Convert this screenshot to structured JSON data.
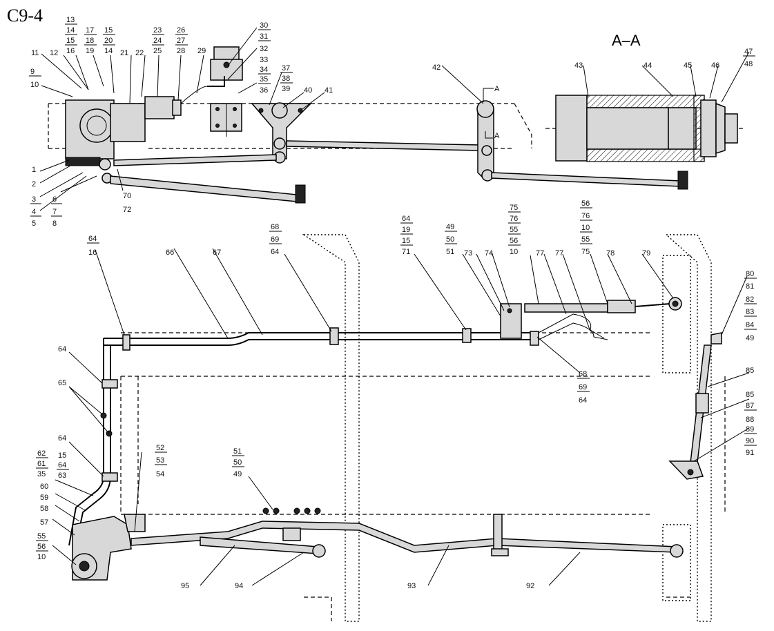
{
  "diagram": {
    "code": "C9-4",
    "section_label": "A–A",
    "section_marks": [
      "A",
      "A"
    ],
    "labels": {
      "l1": "1",
      "l2": "2",
      "l3": "3",
      "l4": "4",
      "l5": "5",
      "l6": "6",
      "l7": "7",
      "l8": "8",
      "l9": "9",
      "l10a": "10",
      "l11": "11",
      "l12": "12",
      "l13": "13",
      "l14a": "14",
      "l15a": "15",
      "l16a": "16",
      "l17": "17",
      "l18": "18",
      "l19": "19",
      "l15b": "15",
      "l20": "20",
      "l14b": "14",
      "l21": "21",
      "l22": "22",
      "l23": "23",
      "l24": "24",
      "l25": "25",
      "l26": "26",
      "l27": "27",
      "l28": "28",
      "l29": "29",
      "l30": "30",
      "l31": "31",
      "l32": "32",
      "l33": "33",
      "l34": "34",
      "l35a": "35",
      "l36": "36",
      "l37": "37",
      "l38": "38",
      "l39": "39",
      "l40": "40",
      "l41": "41",
      "l42": "42",
      "l43": "43",
      "l44": "44",
      "l45": "45",
      "l46": "46",
      "l47": "47",
      "l48": "48",
      "l70": "70",
      "l72": "72",
      "l64a": "64",
      "l16b": "16",
      "l66": "66",
      "l67": "67",
      "l68a": "68",
      "l69a": "69",
      "l64b": "64",
      "l64c": "64",
      "l19b": "19",
      "l15c": "15",
      "l71": "71",
      "l49a": "49",
      "l50a": "50",
      "l51a": "51",
      "l73": "73",
      "l74": "74",
      "l75a": "75",
      "l76a": "76",
      "l55a": "55",
      "l56a": "56",
      "l10b": "10",
      "l77a": "77",
      "l77b": "77",
      "l56b": "56",
      "l76b": "76",
      "l10c": "10",
      "l55b": "55",
      "l75b": "75",
      "l78": "78",
      "l79": "79",
      "l80": "80",
      "l81": "81",
      "l82": "82",
      "l83": "83",
      "l84": "84",
      "l49b": "49",
      "l85a": "85",
      "l85b": "85",
      "l87": "87",
      "l88": "88",
      "l89": "89",
      "l90": "90",
      "l91": "91",
      "l68b": "68",
      "l69b": "69",
      "l64d": "64",
      "l64e": "64",
      "l65": "65",
      "l64f": "64",
      "l15d": "15",
      "l62": "62",
      "l61": "61",
      "l64g": "64",
      "l35b": "35",
      "l63": "63",
      "l60": "60",
      "l59": "59",
      "l58": "58",
      "l57": "57",
      "l55c": "55",
      "l56c": "56",
      "l10d": "10",
      "l52": "52",
      "l53": "53",
      "l54": "54",
      "l51b": "51",
      "l50b": "50",
      "l49c": "49",
      "l95": "95",
      "l94": "94",
      "l93": "93",
      "l92": "92"
    }
  }
}
